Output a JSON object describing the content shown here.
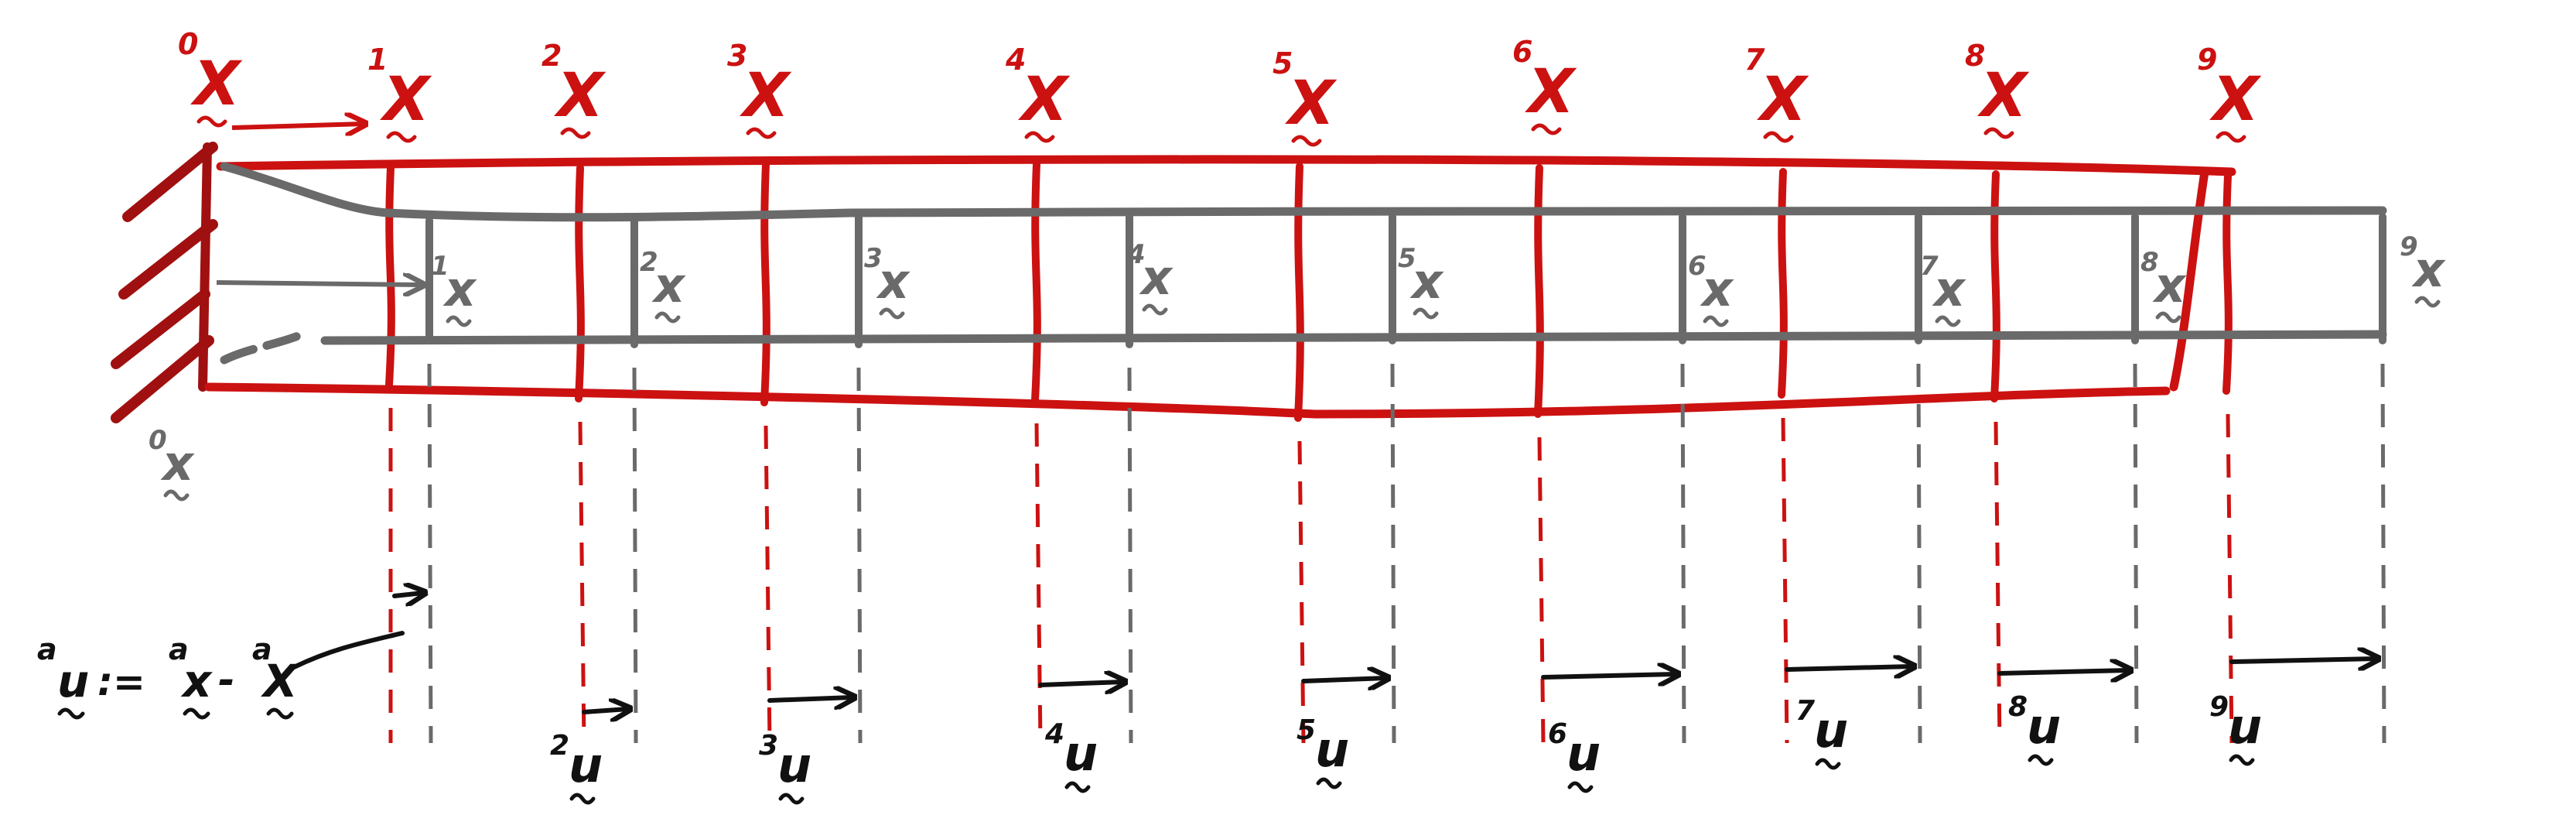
{
  "diagram": {
    "colors": {
      "reference": "#cc1111",
      "current": "#6a6a6a",
      "displacement": "#111111",
      "support": "#a01010"
    },
    "reference_nodes": [
      {
        "index": "0",
        "symbol": "X"
      },
      {
        "index": "1",
        "symbol": "X"
      },
      {
        "index": "2",
        "symbol": "X"
      },
      {
        "index": "3",
        "symbol": "X"
      },
      {
        "index": "4",
        "symbol": "X"
      },
      {
        "index": "5",
        "symbol": "X"
      },
      {
        "index": "6",
        "symbol": "X"
      },
      {
        "index": "7",
        "symbol": "X"
      },
      {
        "index": "8",
        "symbol": "X"
      },
      {
        "index": "9",
        "symbol": "X"
      }
    ],
    "current_nodes": [
      {
        "index": "0",
        "symbol": "x"
      },
      {
        "index": "1",
        "symbol": "x"
      },
      {
        "index": "2",
        "symbol": "x"
      },
      {
        "index": "3",
        "symbol": "x"
      },
      {
        "index": "4",
        "symbol": "x"
      },
      {
        "index": "5",
        "symbol": "x"
      },
      {
        "index": "6",
        "symbol": "x"
      },
      {
        "index": "7",
        "symbol": "x"
      },
      {
        "index": "8",
        "symbol": "x"
      },
      {
        "index": "9",
        "symbol": "x"
      }
    ],
    "displacements": [
      {
        "index": "2",
        "symbol": "u"
      },
      {
        "index": "3",
        "symbol": "u"
      },
      {
        "index": "4",
        "symbol": "u"
      },
      {
        "index": "5",
        "symbol": "u"
      },
      {
        "index": "6",
        "symbol": "u"
      },
      {
        "index": "7",
        "symbol": "u"
      },
      {
        "index": "8",
        "symbol": "u"
      },
      {
        "index": "9",
        "symbol": "u"
      }
    ],
    "definition": {
      "lhs_index": "a",
      "lhs_symbol": "u",
      "assign": ":=",
      "term1_index": "a",
      "term1_symbol": "x",
      "minus": "-",
      "term2_index": "a",
      "term2_symbol": "X"
    }
  }
}
